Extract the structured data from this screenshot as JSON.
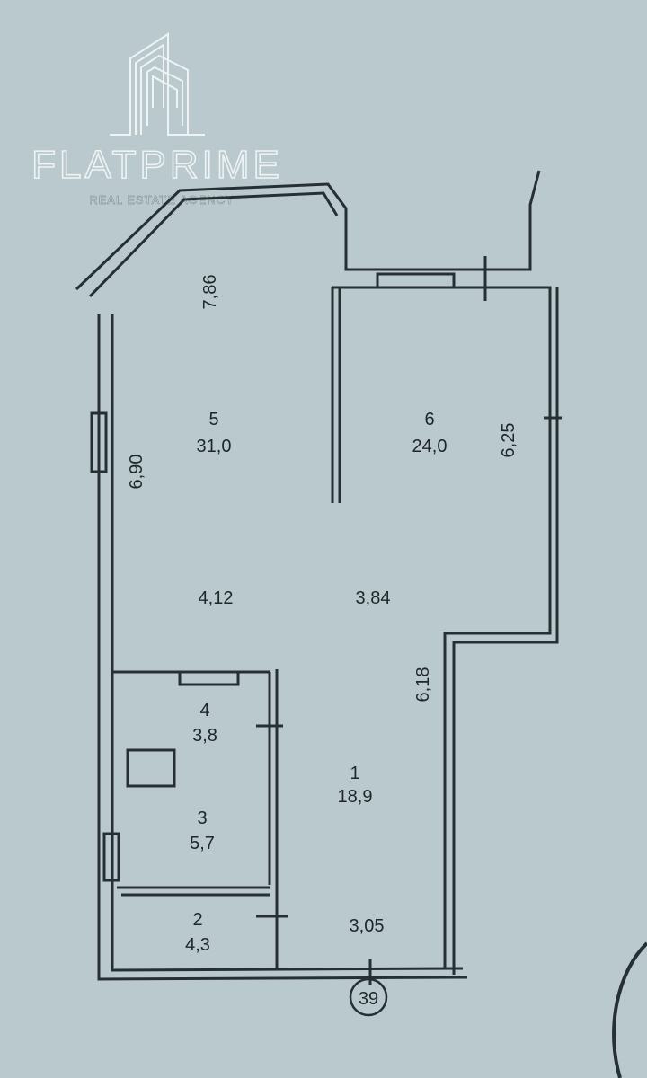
{
  "logo": {
    "name": "FLATPRIME",
    "tagline": "REAL ESTATE AGENCY"
  },
  "rooms": [
    {
      "number": "1",
      "area": "18,9"
    },
    {
      "number": "2",
      "area": "4,3"
    },
    {
      "number": "3",
      "area": "5,7"
    },
    {
      "number": "4",
      "area": "3,8"
    },
    {
      "number": "5",
      "area": "31,0"
    },
    {
      "number": "6",
      "area": "24,0"
    }
  ],
  "dimensions": {
    "room5_length": "7,86",
    "room5_left": "6,90",
    "room5_width": "4,12",
    "room6_right": "6,25",
    "room6_width": "3,84",
    "room1_right": "6,18",
    "room1_width": "3,05"
  },
  "axis_marker": "39",
  "colors": {
    "paper": "#b9c9cd",
    "lines": "#263034",
    "logo": "#eef3f4"
  }
}
